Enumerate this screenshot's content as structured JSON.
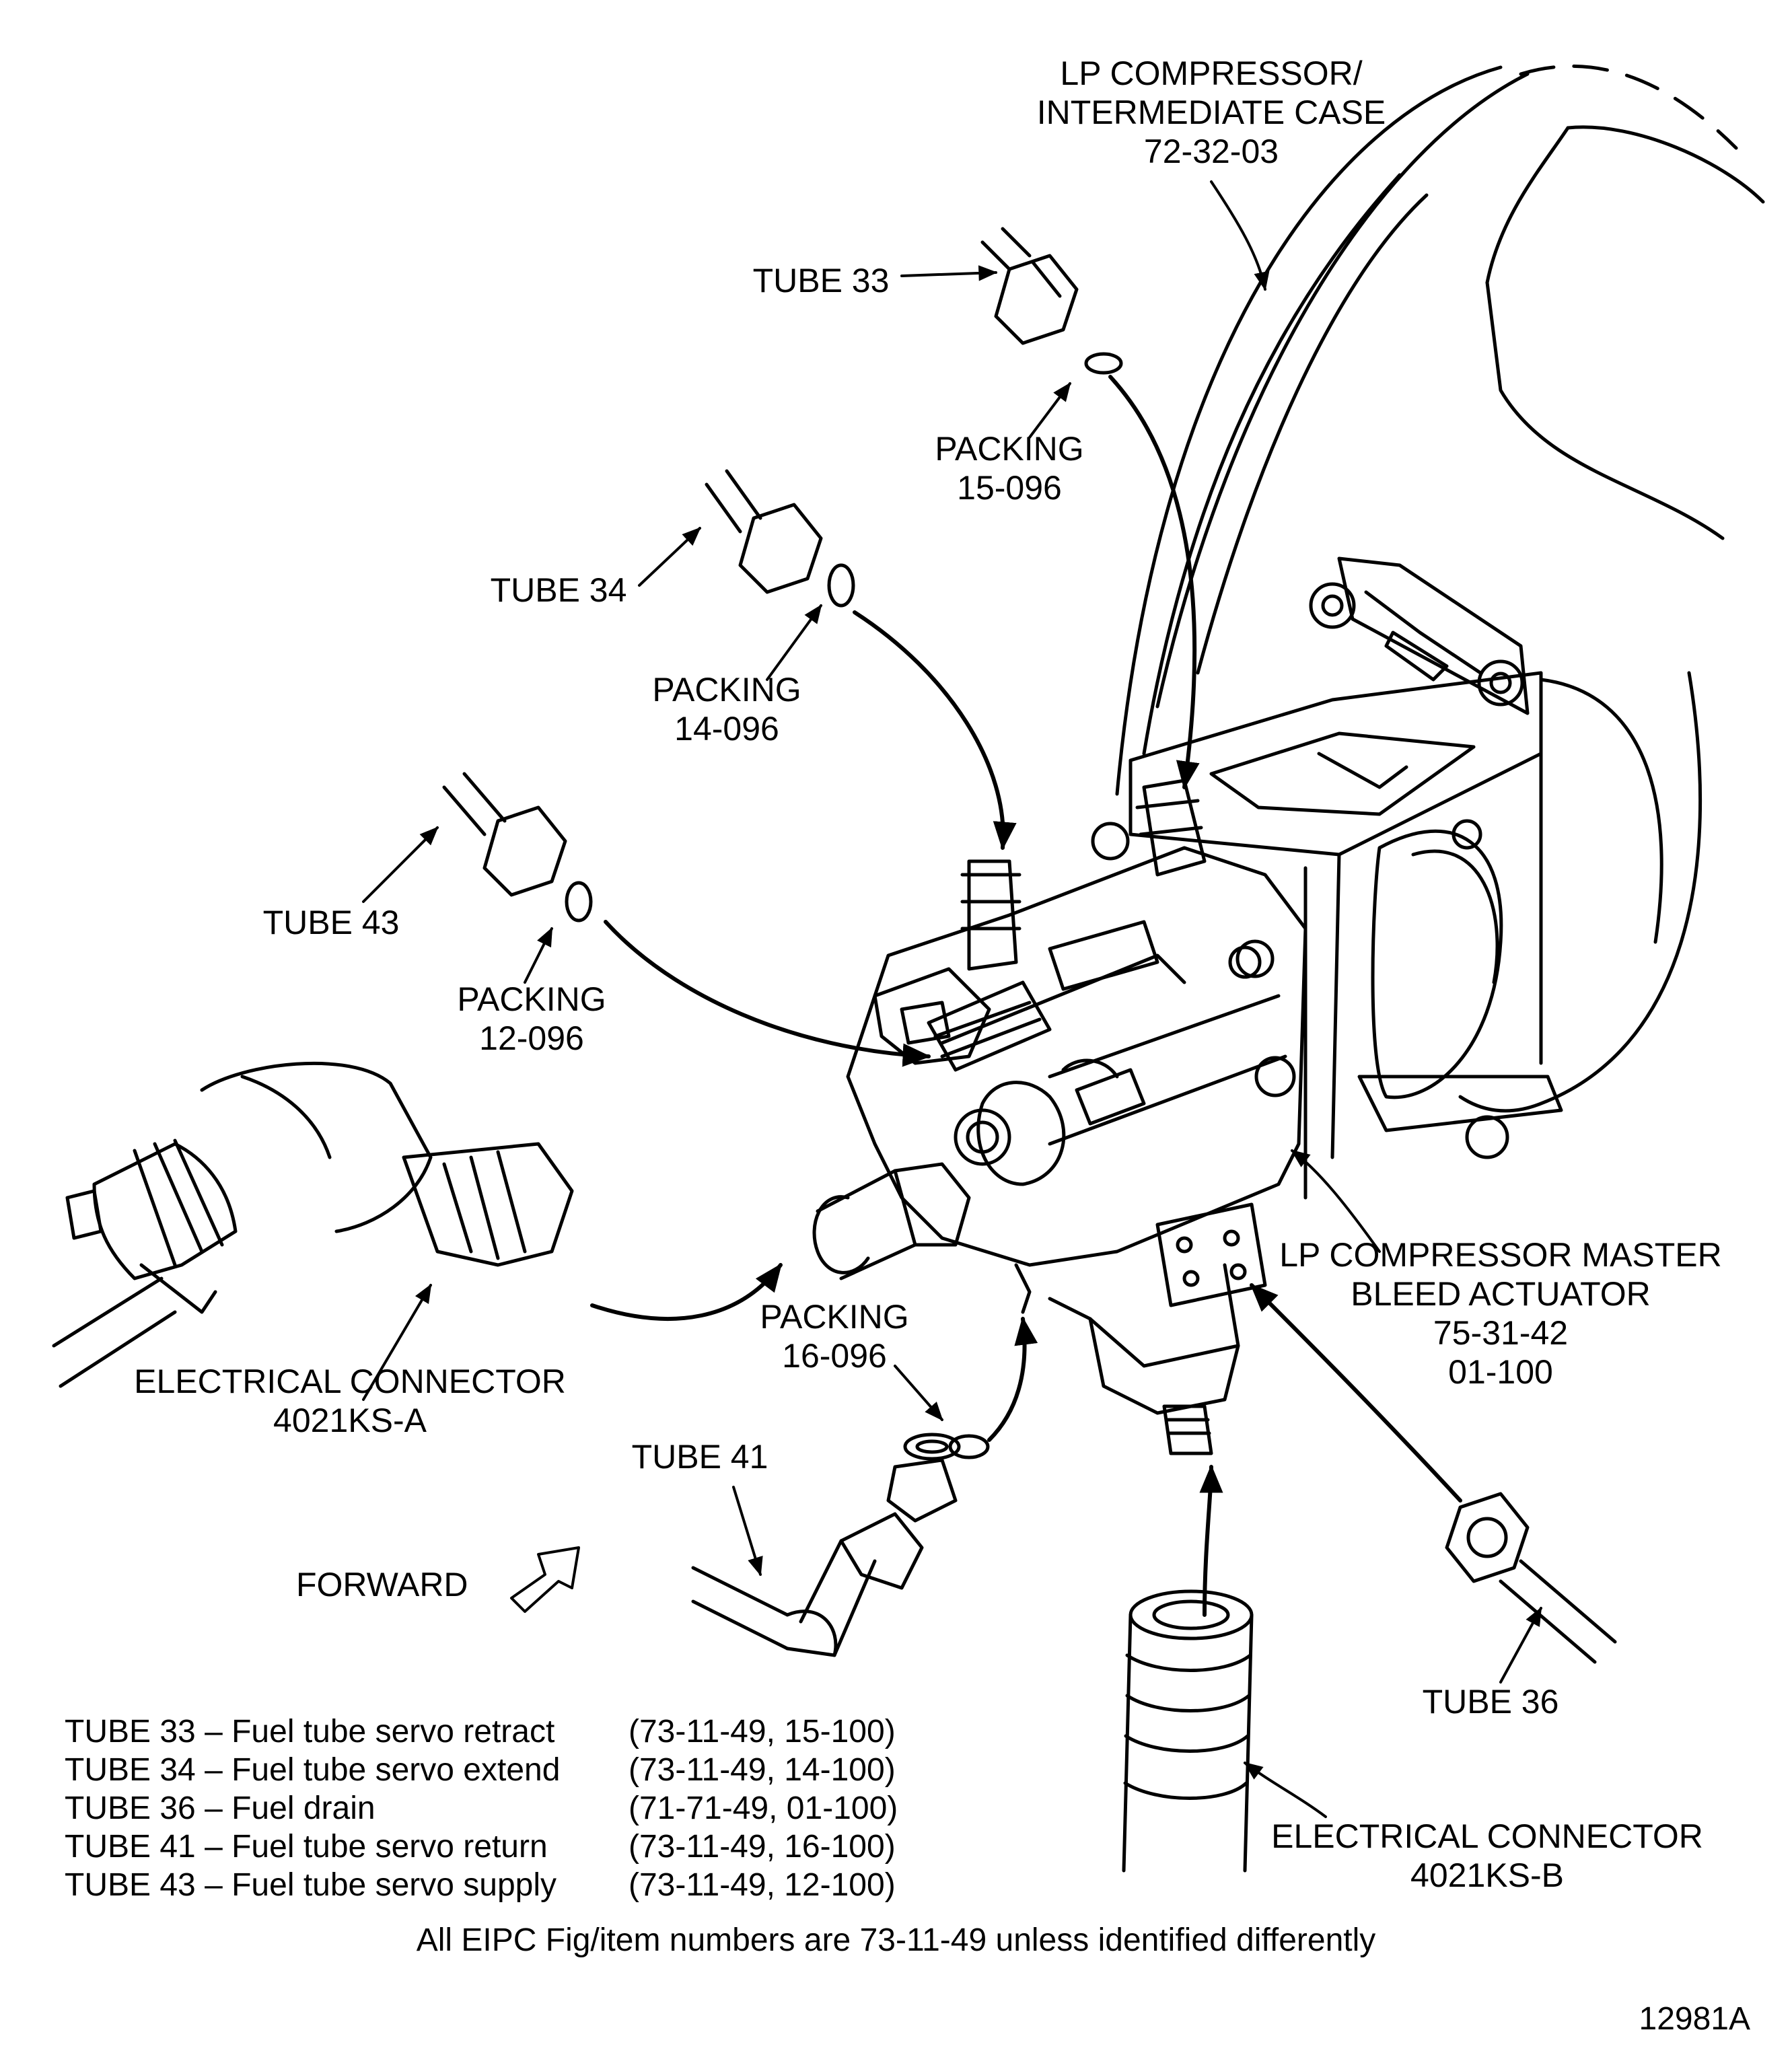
{
  "labels": {
    "case": [
      "LP COMPRESSOR/",
      "INTERMEDIATE CASE",
      "72-32-03"
    ],
    "tube33": "TUBE 33",
    "packing15": [
      "PACKING",
      "15-096"
    ],
    "tube34": "TUBE 34",
    "packing14": [
      "PACKING",
      "14-096"
    ],
    "tube43": "TUBE 43",
    "packing12": [
      "PACKING",
      "12-096"
    ],
    "actuator": [
      "LP COMPRESSOR MASTER",
      "BLEED ACTUATOR",
      "75-31-42",
      "01-100"
    ],
    "connectorA": [
      "ELECTRICAL CONNECTOR",
      "4021KS-A"
    ],
    "packing16": [
      "PACKING",
      "16-096"
    ],
    "tube41": "TUBE 41",
    "forward": "FORWARD",
    "tube36": "TUBE 36",
    "connectorB": [
      "ELECTRICAL CONNECTOR",
      "4021KS-B"
    ]
  },
  "legend": [
    {
      "desc": "TUBE 33 – Fuel tube servo retract",
      "ref": "(73-11-49, 15-100)"
    },
    {
      "desc": "TUBE 34 – Fuel tube servo extend",
      "ref": "(73-11-49, 14-100)"
    },
    {
      "desc": "TUBE 36 – Fuel drain",
      "ref": "(71-71-49, 01-100)"
    },
    {
      "desc": "TUBE 41 – Fuel tube servo return",
      "ref": "(73-11-49, 16-100)"
    },
    {
      "desc": "TUBE 43 – Fuel tube servo supply",
      "ref": "(73-11-49, 12-100)"
    }
  ],
  "footnote": "All EIPC Fig/item numbers are 73-11-49 unless identified differently",
  "figure_number": "12981A"
}
